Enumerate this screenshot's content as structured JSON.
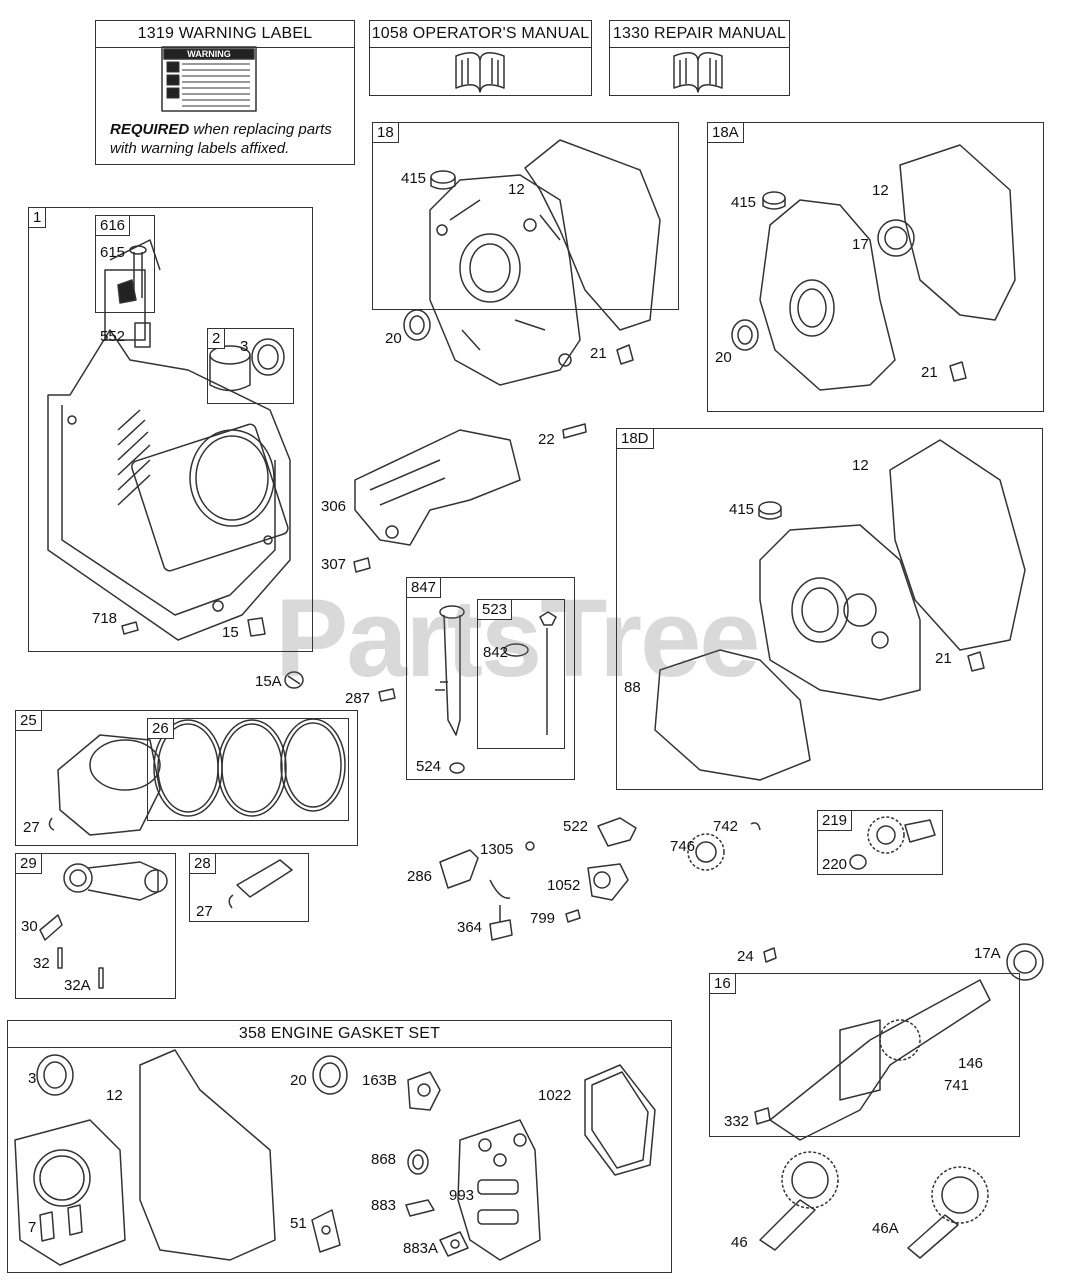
{
  "watermark": "PartsTree",
  "boxes": {
    "warning_label": {
      "title": "1319 WARNING LABEL",
      "required_word": "REQUIRED",
      "required_rest": " when replacing parts",
      "required_line2": "with warning labels affixed.",
      "sticker_title": "WARNING"
    },
    "operators_manual": {
      "title": "1058 OPERATOR'S MANUAL"
    },
    "repair_manual": {
      "title": "1330 REPAIR MANUAL"
    },
    "gasket_set": {
      "title": "358 ENGINE GASKET SET"
    }
  },
  "tags": {
    "t1": "1",
    "t616": "616",
    "t2": "2",
    "t18": "18",
    "t18A": "18A",
    "t18D": "18D",
    "t847": "847",
    "t523": "523",
    "t25": "25",
    "t26": "26",
    "t29": "29",
    "t28": "28",
    "t219": "219",
    "t16": "16"
  },
  "callouts": {
    "c615": "615",
    "c552": "552",
    "c3a": "3",
    "c718": "718",
    "c15": "15",
    "c15A": "15A",
    "c415a": "415",
    "c12a": "12",
    "c20a": "20",
    "c21a": "21",
    "c415b": "415",
    "c12b": "12",
    "c17": "17",
    "c20b": "20",
    "c21b": "21",
    "c22": "22",
    "c306": "306",
    "c307": "307",
    "c415c": "415",
    "c12c": "12",
    "c21c": "21",
    "c88": "88",
    "c842": "842",
    "c524": "524",
    "c287": "287",
    "c27a": "27",
    "c30": "30",
    "c32": "32",
    "c32A": "32A",
    "c27b": "27",
    "c522": "522",
    "c1305": "1305",
    "c286": "286",
    "c1052": "1052",
    "c799": "799",
    "c364": "364",
    "c742": "742",
    "c746": "746",
    "c220": "220",
    "c24": "24",
    "c17A": "17A",
    "c146": "146",
    "c741": "741",
    "c332": "332",
    "c46": "46",
    "c46A": "46A",
    "c3b": "3",
    "c12d": "12",
    "c7": "7",
    "c20c": "20",
    "c163B": "163B",
    "c1022": "1022",
    "c868": "868",
    "c883": "883",
    "c993": "993",
    "c51": "51",
    "c883A": "883A"
  }
}
